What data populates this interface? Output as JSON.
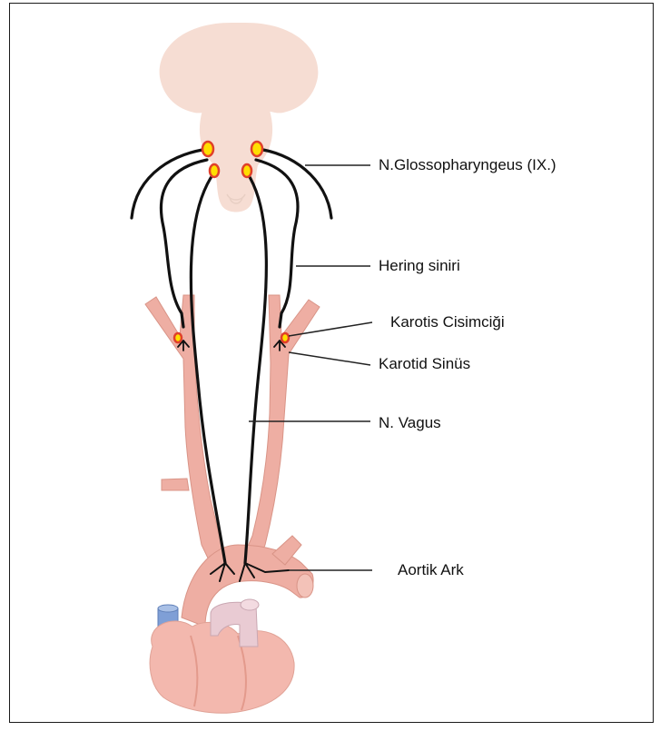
{
  "labels": {
    "glossopharyngeus": "N.Glossopharyngeus (IX.)",
    "hering": "Hering siniri",
    "karotis_cisimcigi": "Karotis Cisimciği",
    "karotid_sinus": "Karotid Sinüs",
    "vagus": "N. Vagus",
    "aortik_ark": "Aortik Ark"
  },
  "colors": {
    "brain": "#f6ddd3",
    "artery": "#eeaea3",
    "artery_edge": "#d99487",
    "heart": "#f3b8ae",
    "heart_shade": "#e9a093",
    "vein": "#7f9fd6",
    "pulmonary": "#e9cbd3",
    "nerve": "#111111",
    "ganglion_fill": "#ffde00",
    "ganglion_edge": "#e0402a",
    "leader": "#222222"
  }
}
